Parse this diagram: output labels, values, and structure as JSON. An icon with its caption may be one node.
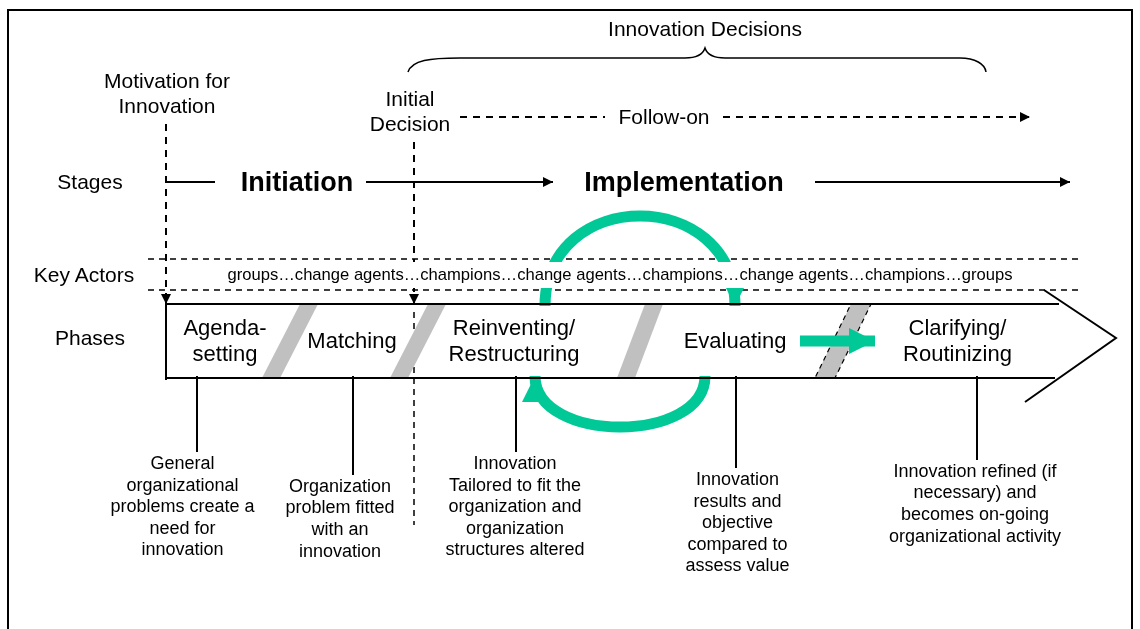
{
  "diagram": {
    "nodes": [
      {
        "text": [
          "Motivation for Innovation"
        ]
      },
      {
        "text": [
          "Initial Decision"
        ]
      },
      {
        "text": [
          "Follow-on"
        ]
      },
      {
        "text": [
          "Initiation"
        ]
      },
      {
        "text": [
          "Implementation"
        ]
      },
      {
        "text": [],
        "shape": "arrow"
      },
      {
        "text": [
          "Agenda-setting"
        ],
        "in": 5
      },
      {
        "text": [
          "Matching"
        ],
        "in": 5
      },
      {
        "text": [
          "Reinventing/ Restructuring"
        ],
        "in": 5
      },
      {
        "text": [
          "Evaluating"
        ],
        "in": 5
      },
      {
        "text": [
          "Clarifying/ Routinizing"
        ],
        "in": 5
      },
      {
        "text": [
          "General organizational problems create a need for innovation"
        ]
      },
      {
        "text": [
          "Organization problem fitted with an innovation"
        ]
      },
      {
        "text": [
          "Innovation Tailored to fit the organization and organization structures altered"
        ]
      },
      {
        "text": [
          "Innovation results and objective compared to assess value"
        ]
      },
      {
        "text": [
          "Innovation refined (if necessary) and becomes on-going organizational activity"
        ]
      }
    ],
    "edges": [
      {
        "from": 0,
        "to": 5,
        "arrow": "to",
        "style": "dashed"
      },
      {
        "from": 1,
        "to": 5,
        "arrow": "to",
        "style": "dashed"
      },
      {
        "from": 1,
        "to": 2,
        "arrow": "none",
        "style": "dashed"
      },
      {
        "from": 2,
        "to": null,
        "arrow": "to",
        "style": "dashed"
      },
      {
        "from": 3,
        "to": 4,
        "arrow": "to"
      },
      {
        "from": 4,
        "to": null,
        "arrow": "to"
      },
      {
        "from": 8,
        "to": 9,
        "arrow": "to",
        "style": "thick",
        "color": "#00c896"
      },
      {
        "from": 9,
        "to": 8,
        "arrow": "to",
        "style": "thick",
        "color": "#00c896"
      },
      {
        "from": 9,
        "to": 10,
        "arrow": "to",
        "style": "thick",
        "color": "#00c896"
      },
      {
        "from": 11,
        "to": 6,
        "arrow": "none"
      },
      {
        "from": 12,
        "to": 7,
        "arrow": "none"
      },
      {
        "from": 13,
        "to": 8,
        "arrow": "none"
      },
      {
        "from": 14,
        "to": 9,
        "arrow": "none"
      },
      {
        "from": 15,
        "to": 10,
        "arrow": "none"
      }
    ],
    "labels": [
      "Innovation Decisions",
      "Stages",
      "Key Actors",
      "groups…change agents…champions…change agents…champions…change agents…champions…groups",
      "Phases"
    ]
  }
}
